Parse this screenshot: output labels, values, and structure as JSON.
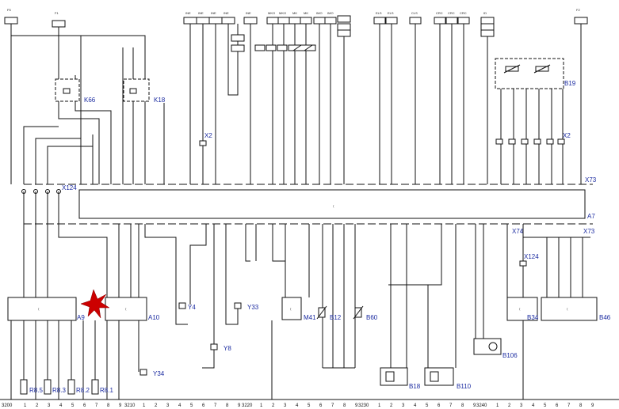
{
  "title": "",
  "components": [
    {
      "id": "K66",
      "label": "K66"
    },
    {
      "id": "K18",
      "label": "K18"
    },
    {
      "id": "X124_top",
      "label": "X124"
    },
    {
      "id": "X124_right",
      "label": "X124"
    },
    {
      "id": "A7",
      "label": "A7"
    },
    {
      "id": "A9",
      "label": "A9"
    },
    {
      "id": "A10",
      "label": "A10"
    },
    {
      "id": "X73_top",
      "label": "X73"
    },
    {
      "id": "X73_bottom",
      "label": "X73"
    },
    {
      "id": "X74",
      "label": "X74"
    },
    {
      "id": "X2_left",
      "label": "X2"
    },
    {
      "id": "X2_right",
      "label": "X2"
    },
    {
      "id": "B19",
      "label": "B19"
    },
    {
      "id": "Y4",
      "label": "Y4"
    },
    {
      "id": "Y33",
      "label": "Y33"
    },
    {
      "id": "Y8",
      "label": "Y8"
    },
    {
      "id": "Y34",
      "label": "Y34"
    },
    {
      "id": "M41",
      "label": "M41"
    },
    {
      "id": "B12",
      "label": "B12"
    },
    {
      "id": "B60",
      "label": "B60"
    },
    {
      "id": "B34",
      "label": "B34"
    },
    {
      "id": "B46",
      "label": "B46"
    },
    {
      "id": "B106",
      "label": "B106"
    },
    {
      "id": "B18",
      "label": "B18"
    },
    {
      "id": "B110",
      "label": "B110"
    },
    {
      "id": "R8_5",
      "label": "R8.5"
    },
    {
      "id": "R8_3",
      "label": "R8.3"
    },
    {
      "id": "R8_2",
      "label": "R8.2"
    },
    {
      "id": "R8_1",
      "label": "R8.1"
    }
  ],
  "top_terminals": [
    {
      "id": "t_f5",
      "label": "F5"
    },
    {
      "id": "t_f1",
      "label": "F1"
    },
    {
      "id": "t_g1",
      "label": "INE"
    },
    {
      "id": "t_g2",
      "label": "INE"
    },
    {
      "id": "t_g3",
      "label": "INE"
    },
    {
      "id": "t_g4",
      "label": "INE"
    },
    {
      "id": "t_g5",
      "label": "INE"
    },
    {
      "id": "t_g6",
      "label": "MKO"
    },
    {
      "id": "t_g7",
      "label": "MKO"
    },
    {
      "id": "t_g8",
      "label": "MK"
    },
    {
      "id": "t_g9",
      "label": "MK"
    },
    {
      "id": "t_g10",
      "label": "IMO"
    },
    {
      "id": "t_g11",
      "label": "IMO"
    },
    {
      "id": "t_g12",
      "label": "ELS"
    },
    {
      "id": "t_g13",
      "label": "ELS"
    },
    {
      "id": "t_g14",
      "label": "CLS"
    },
    {
      "id": "t_g15",
      "label": "CRC"
    },
    {
      "id": "t_g16",
      "label": "CRC"
    },
    {
      "id": "t_g17",
      "label": "CRC"
    },
    {
      "id": "t_g18",
      "label": "ID"
    },
    {
      "id": "t_f2",
      "label": "F2"
    }
  ],
  "sheet_refs": [
    {
      "id": "s3200",
      "label": "3200"
    },
    {
      "id": "s3210",
      "label": "3210"
    },
    {
      "id": "s3220",
      "label": "3220"
    },
    {
      "id": "s3230",
      "label": "3230"
    },
    {
      "id": "s3240",
      "label": "3240"
    }
  ],
  "ruler_digits": [
    "1",
    "2",
    "3",
    "4",
    "5",
    "6",
    "7",
    "8",
    "9"
  ],
  "colors": {
    "wire": "#111111",
    "label": "#1a2aa0",
    "marker": "#cc0000"
  }
}
